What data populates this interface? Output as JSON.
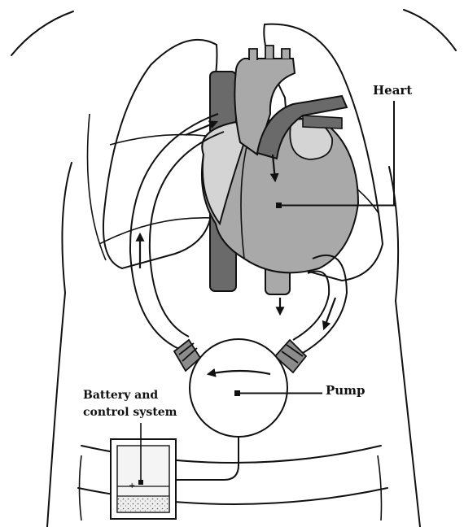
{
  "labels": {
    "heart": "Heart",
    "pump": "Pump",
    "battery_line1": "Battery and",
    "battery_line2": "control system"
  },
  "colors": {
    "outline": "#111111",
    "heart_fill": "#a9a9a9",
    "vessel_fill": "#6a6a6a",
    "heart_light": "#d4d4d4",
    "connector": "#8c8c8c",
    "battery_fill": "#efefef"
  }
}
